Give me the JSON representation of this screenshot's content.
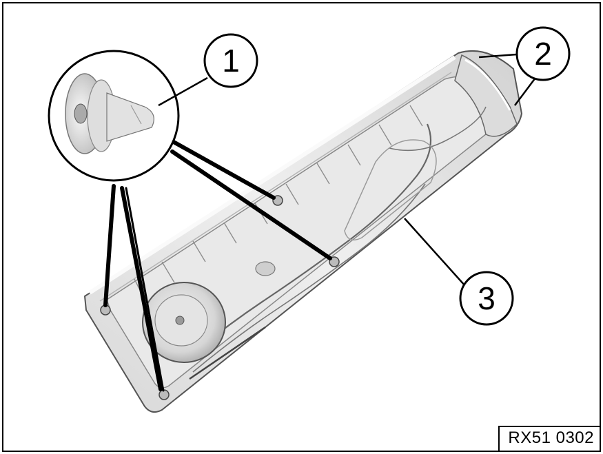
{
  "callouts": [
    {
      "label": "1"
    },
    {
      "label": "2"
    },
    {
      "label": "3"
    }
  ],
  "reference_code": "RX51 0302",
  "colors": {
    "line": "#000000",
    "part_light": "#e6e6e6",
    "part_mid": "#cfcfcf",
    "part_dark": "#9a9a9a",
    "background": "#ffffff"
  }
}
